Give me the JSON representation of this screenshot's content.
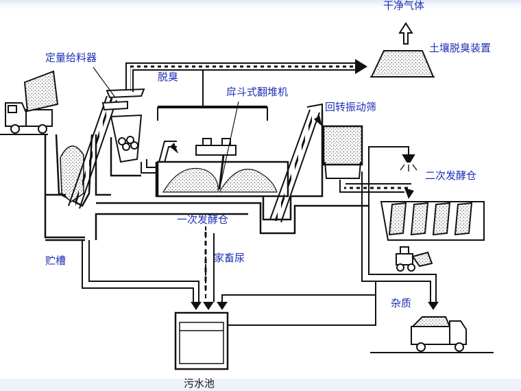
{
  "colors": {
    "label": "#1d2fb5",
    "line": "#111111",
    "fill_dots": "#666666",
    "background": "#ffffff",
    "edge_glow": "#dfe7f7"
  },
  "labels": {
    "clean_gas": "干净气体",
    "soil_deodorizer": "土壤脱臭装置",
    "metering_feeder": "定量给料器",
    "deodorize": "脱臭",
    "bucket_turner": "戽斗式翻堆机",
    "rotary_screen": "回转振动筛",
    "secondary_fermentation": "二次发酵仓",
    "primary_fermentation": "一次发酵仓",
    "livestock_urine": "家畜尿",
    "storage_tank": "贮槽",
    "impurities": "杂质",
    "sewage_pond": "污水池"
  },
  "icons": [
    "dump-truck-icon",
    "loader-vehicle-icon",
    "collection-truck-icon",
    "sprinkler-icon",
    "up-arrow-icon"
  ]
}
